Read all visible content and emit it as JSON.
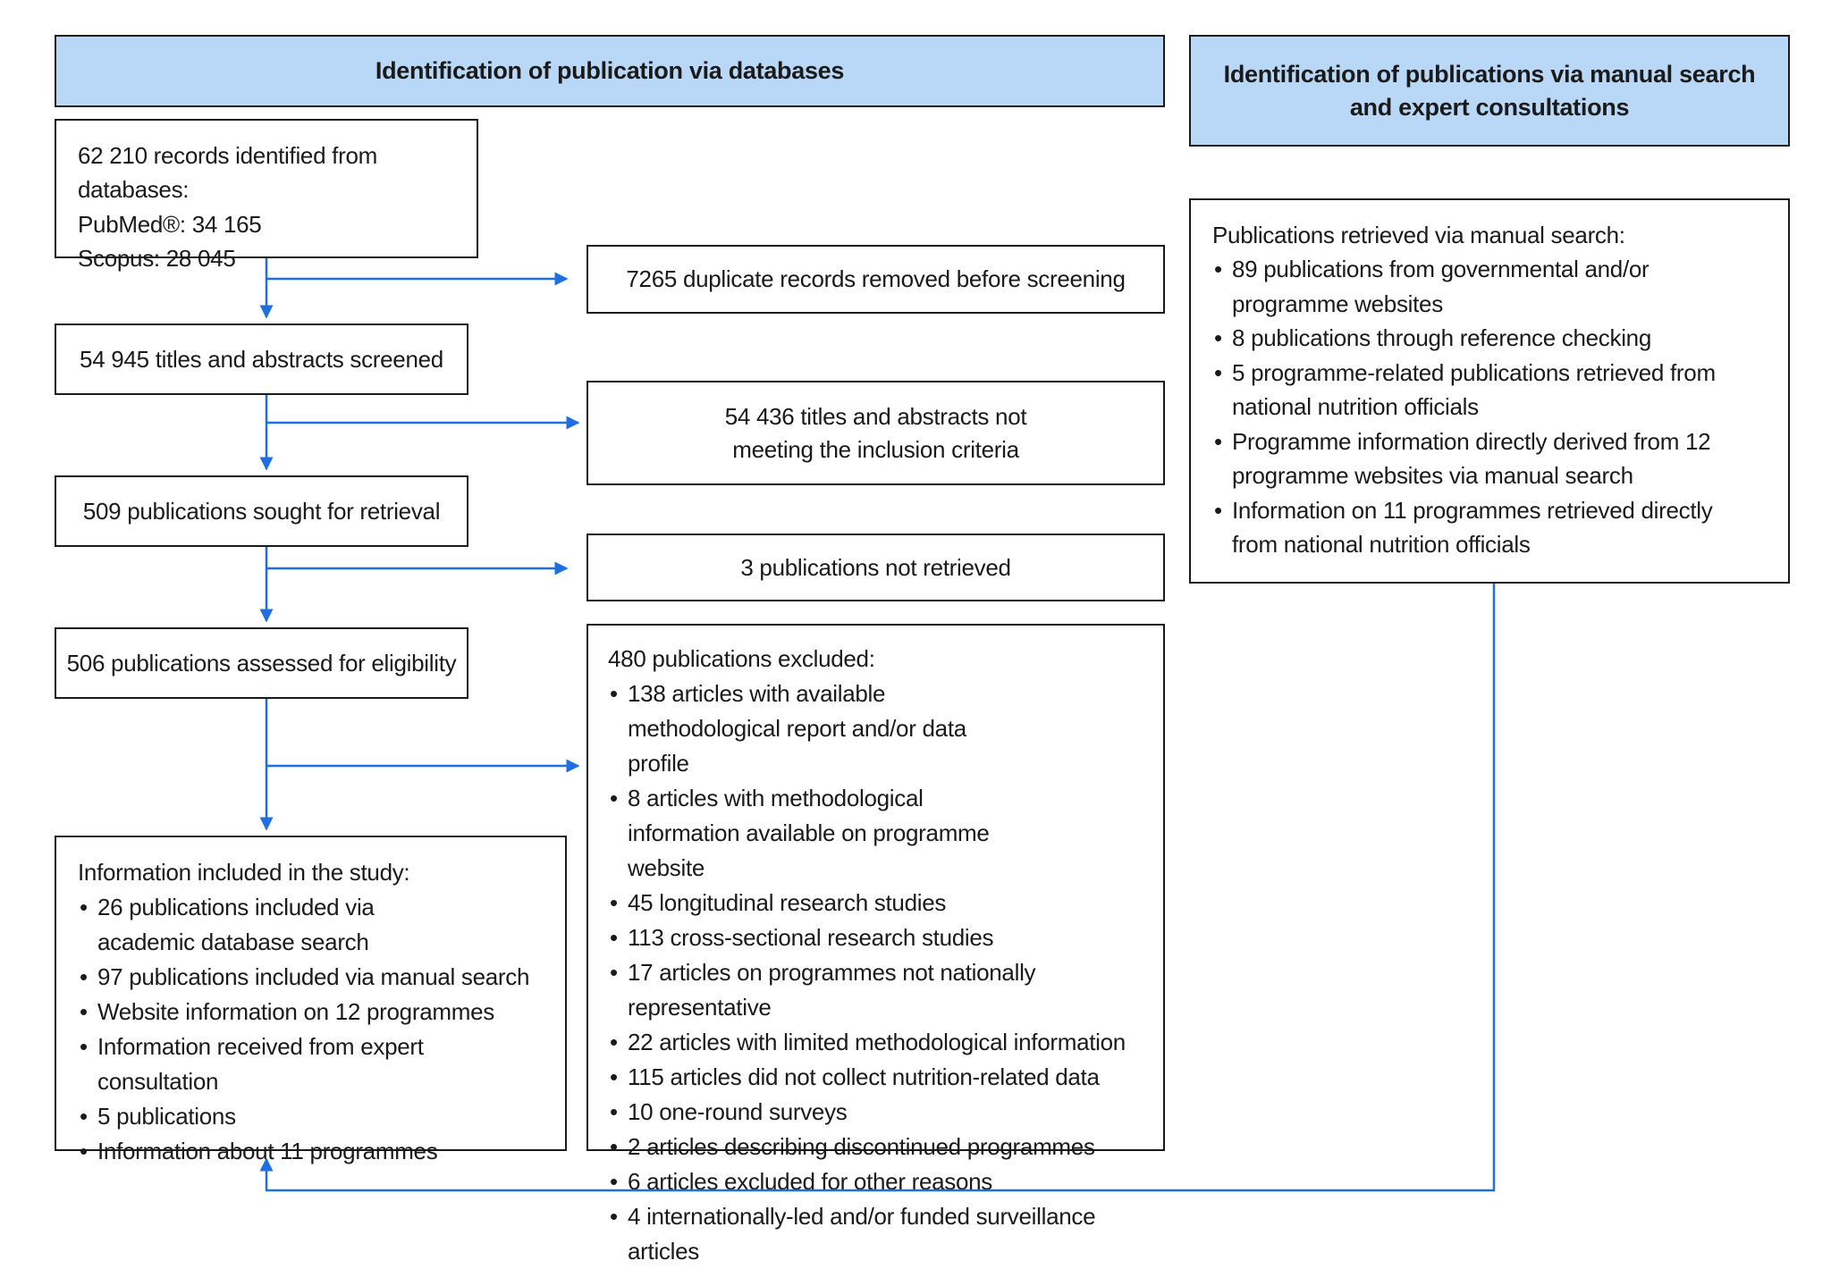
{
  "headers": {
    "databases": "Identification of publication via databases",
    "manual": "Identification of publications via manual search and expert consultations"
  },
  "records": {
    "lead": "62 210 records identified from databases:",
    "lines": [
      "PubMed®: 34 165",
      "Scopus: 28 045"
    ]
  },
  "duplicates": "7265 duplicate records removed before screening",
  "screened": "54 945 titles and abstracts screened",
  "not_meeting": "54 436 titles and abstracts not meeting the inclusion criteria",
  "sought": "509 publications sought for retrieval",
  "not_retrieved": "3 publications not retrieved",
  "assessed": "506 publications assessed for eligibility",
  "excluded": {
    "lead": "480 publications excluded:",
    "items": [
      "138 articles with available methodological report and/or data profile",
      "8 articles with methodological information available on programme website",
      "45 longitudinal research studies",
      "113 cross-sectional research studies",
      "17 articles on programmes not nationally representative",
      "22 articles with limited methodological information",
      "115 articles did not collect nutrition-related data",
      "10 one-round surveys",
      "2 articles describing discontinued programmes",
      "6 articles excluded for other reasons",
      "4 internationally-led and/or funded surveillance articles"
    ]
  },
  "included": {
    "lead": "Information included in the study:",
    "items": [
      "26 publications included via academic database search",
      "97 publications included via manual search",
      "Website information on 12 programmes",
      "Information received from expert consultation",
      "5 publications",
      "Information about 11 programmes"
    ]
  },
  "manual_box": {
    "lead": "Publications retrieved via manual search:",
    "items": [
      "89 publications from governmental and/or programme websites",
      "8 publications through reference checking",
      "5 programme-related publications retrieved from national nutrition officials",
      "Programme information directly derived from 12 programme websites via manual search",
      "Information on 11 programmes retrieved directly from national nutrition officials"
    ]
  },
  "colors": {
    "header_fill": "#b9d8f7",
    "arrow": "#1f6fe0",
    "border": "#1a1a1a"
  }
}
